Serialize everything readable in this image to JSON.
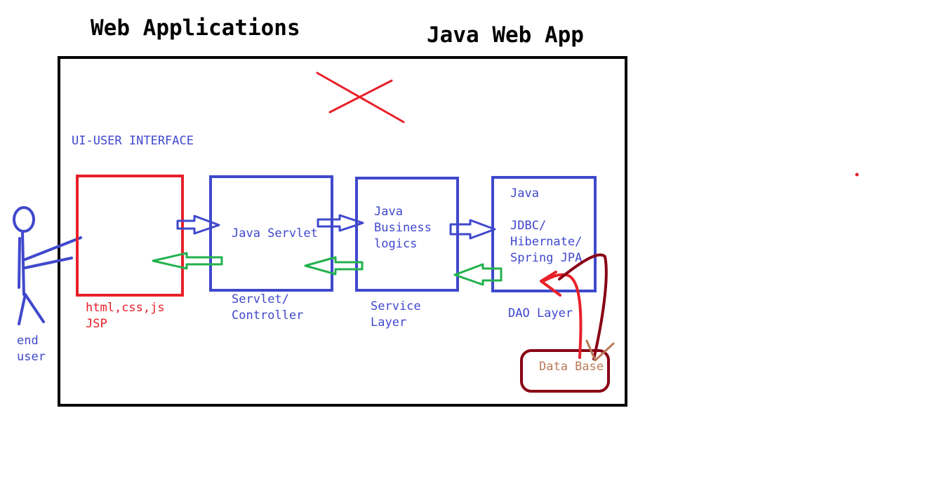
{
  "titles": {
    "left": "Web Applications",
    "right": "Java Web App"
  },
  "labels": {
    "ui": "UI-USER INTERFACE",
    "end_user_1": "end",
    "end_user_2": "user",
    "ui_tech_1": "html,css,js",
    "ui_tech_2": "JSP",
    "servlet_box": "Java Servlet",
    "servlet_caption_1": "Servlet/",
    "servlet_caption_2": "Controller",
    "business_1": "Java",
    "business_2": "Business",
    "business_3": "logics",
    "service_caption_1": "Service",
    "service_caption_2": "Layer",
    "dao_1": "Java",
    "dao_2": "JDBC/",
    "dao_3": "Hibernate/",
    "dao_4": "Spring JPA",
    "dao_caption": "DAO Layer",
    "database": "Data Base"
  },
  "colors": {
    "outline": "#000000",
    "ui_box": "#e8202a",
    "layer_boxes": "#3f48cc",
    "request_arrows": "#3f48cc",
    "response_arrows": "#22b14c",
    "cross_mark": "#e8202a",
    "database_box": "#880015",
    "database_text": "#b97a57",
    "db_arrow_red": "#e8202a",
    "db_arrow_brown": "#b97a57"
  }
}
